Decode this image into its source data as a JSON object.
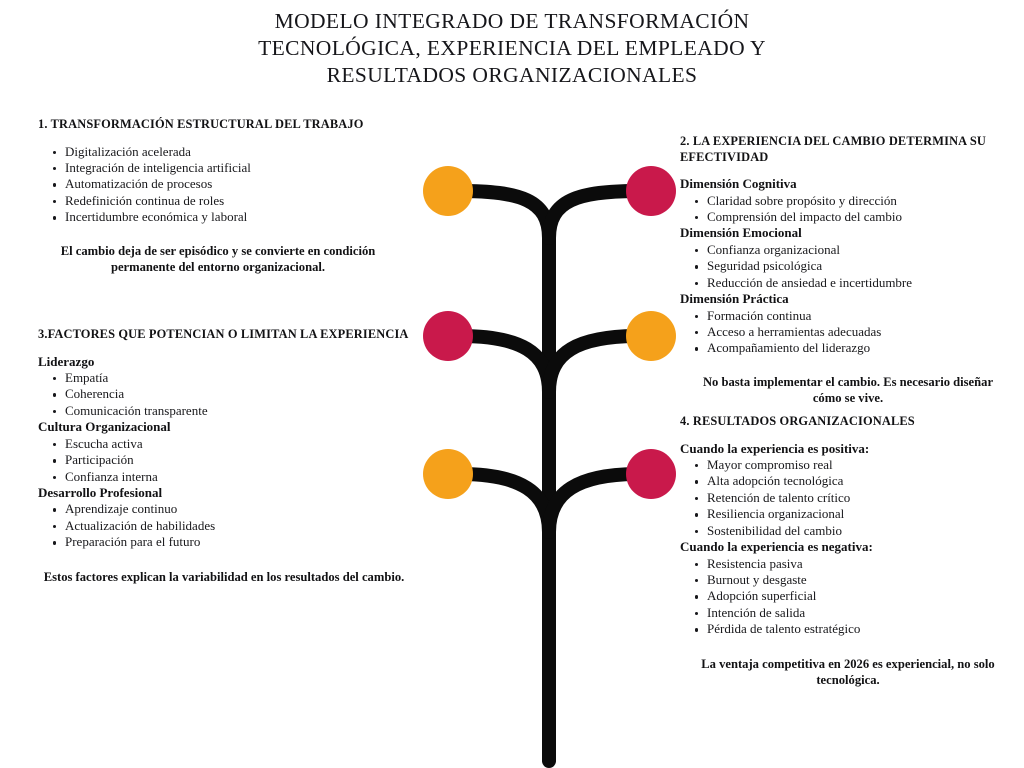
{
  "title": {
    "lines": [
      "MODELO INTEGRADO DE TRANSFORMACIÓN",
      "TECNOLÓGICA, EXPERIENCIA DEL EMPLEADO Y",
      "RESULTADOS ORGANIZACIONALES"
    ]
  },
  "colors": {
    "orange": "#F5A11B",
    "crimson": "#C9194B",
    "tree": "#0B0B0B",
    "background": "#FFFFFF",
    "text": "#18181B"
  },
  "tree": {
    "nodes": [
      {
        "row": 1,
        "side": "left",
        "color": "#F5A11B"
      },
      {
        "row": 1,
        "side": "right",
        "color": "#C9194B"
      },
      {
        "row": 2,
        "side": "left",
        "color": "#C9194B"
      },
      {
        "row": 2,
        "side": "right",
        "color": "#F5A11B"
      },
      {
        "row": 3,
        "side": "left",
        "color": "#F5A11B"
      },
      {
        "row": 3,
        "side": "right",
        "color": "#C9194B"
      }
    ]
  },
  "panel1": {
    "heading": "1. TRANSFORMACIÓN ESTRUCTURAL DEL TRABAJO",
    "bullets": [
      "Digitalización acelerada",
      "Integración de inteligencia artificial",
      "Automatización de procesos",
      "Redefinición continua de roles",
      "Incertidumbre económica y laboral"
    ],
    "callout": "El cambio deja de ser episódico y se convierte en condición permanente del entorno organizacional."
  },
  "panel2": {
    "heading": "2. LA EXPERIENCIA DEL CAMBIO DETERMINA SU EFECTIVIDAD",
    "groups": [
      {
        "label": "Dimensión Cognitiva",
        "bullets": [
          "Claridad sobre propósito y dirección",
          "Comprensión del impacto del cambio"
        ]
      },
      {
        "label": "Dimensión Emocional",
        "bullets": [
          "Confianza organizacional",
          "Seguridad psicológica",
          "Reducción de ansiedad e incertidumbre"
        ]
      },
      {
        "label": "Dimensión Práctica",
        "bullets": [
          "Formación continua",
          "Acceso a herramientas adecuadas",
          "Acompañamiento del liderazgo"
        ]
      }
    ],
    "callout": "No basta implementar el cambio. Es necesario diseñar cómo se vive."
  },
  "panel3": {
    "heading": "3.FACTORES QUE POTENCIAN O LIMITAN LA EXPERIENCIA",
    "groups": [
      {
        "label": "Liderazgo",
        "bullets": [
          "Empatía",
          "Coherencia",
          "Comunicación transparente"
        ]
      },
      {
        "label": "Cultura Organizacional",
        "bullets": [
          "Escucha activa",
          "Participación",
          "Confianza interna"
        ]
      },
      {
        "label": "Desarrollo Profesional",
        "bullets": [
          "Aprendizaje continuo",
          "Actualización de habilidades",
          "Preparación para el futuro"
        ]
      }
    ],
    "callout": "Estos factores explican la variabilidad en los resultados del cambio."
  },
  "panel4": {
    "heading": "4. RESULTADOS ORGANIZACIONALES",
    "groups": [
      {
        "label": "Cuando la experiencia es positiva:",
        "bullets": [
          "Mayor compromiso real",
          "Alta adopción tecnológica",
          "Retención de talento crítico",
          "Resiliencia organizacional",
          "Sostenibilidad del cambio"
        ]
      },
      {
        "label": "Cuando la experiencia es negativa:",
        "bullets": [
          "Resistencia pasiva",
          "Burnout y desgaste",
          "Adopción superficial",
          "Intención de salida",
          "Pérdida de talento estratégico"
        ]
      }
    ],
    "callout": "La ventaja competitiva en 2026 es experiencial, no solo tecnológica."
  }
}
